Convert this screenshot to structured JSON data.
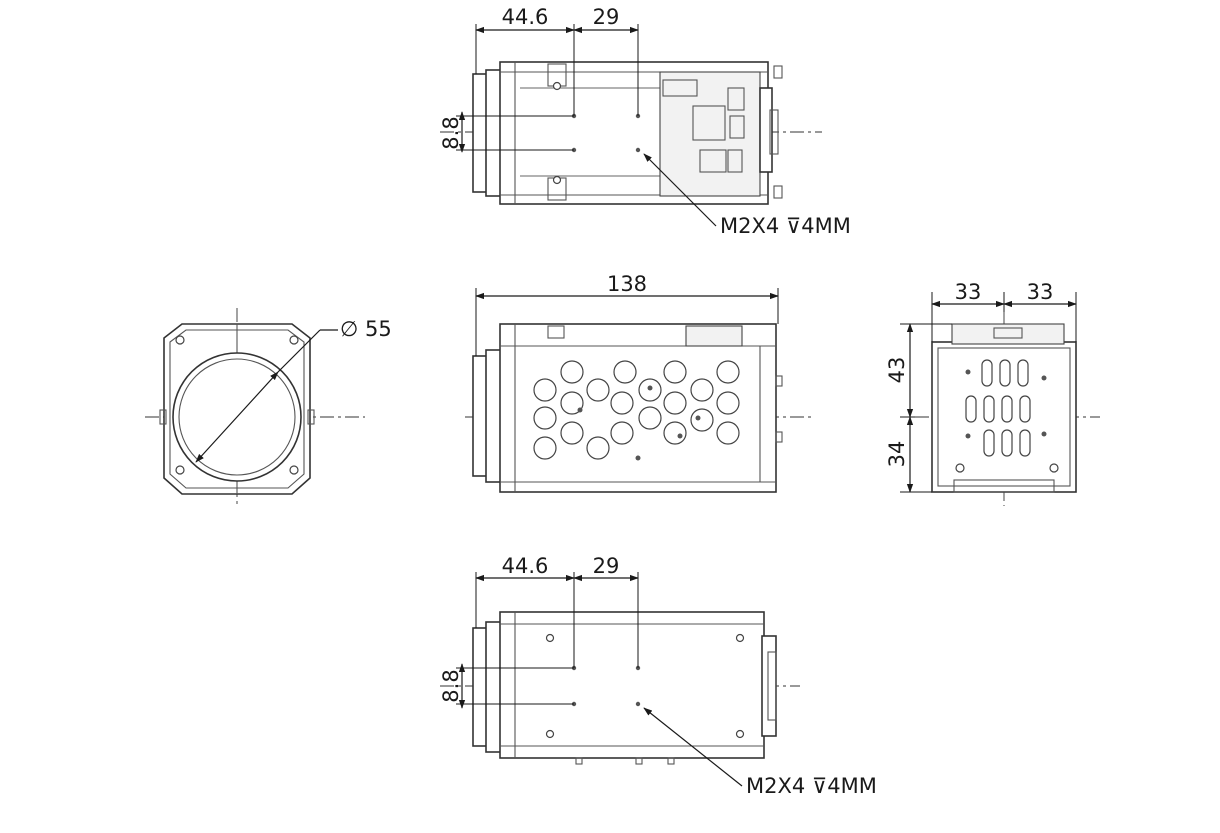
{
  "views": {
    "top": {
      "dim_a": "44.6",
      "dim_b": "29",
      "dim_c": "8.8",
      "note": "M2X4 ⊽4MM"
    },
    "front": {
      "diameter": "∅ 55"
    },
    "side": {
      "length": "138"
    },
    "end": {
      "width_left": "33",
      "width_right": "33",
      "height_top": "43",
      "height_bottom": "34"
    },
    "bottom": {
      "dim_a": "44.6",
      "dim_b": "29",
      "dim_c": "8.8",
      "note": "M2X4 ⊽4MM"
    }
  }
}
